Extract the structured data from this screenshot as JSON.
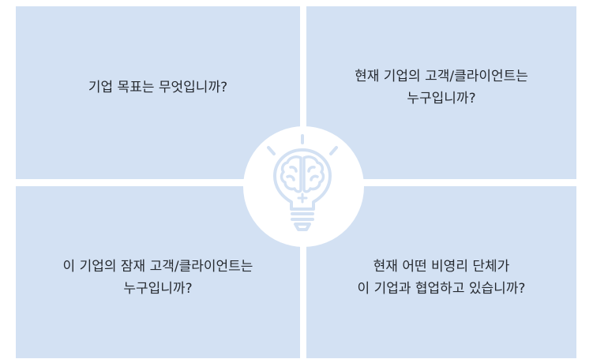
{
  "quadrants": {
    "top_left": {
      "lines": [
        "기업 목표는 무엇입니까?"
      ]
    },
    "top_right": {
      "lines": [
        "현재 기업의 고객/클라이언트는",
        "누구입니까?"
      ]
    },
    "bottom_left": {
      "lines": [
        "이 기업의 잠재 고객/클라이언트는",
        "누구입니까?"
      ]
    },
    "bottom_right": {
      "lines": [
        "현재 어떤 비영리 단체가",
        "이 기업과 협업하고 있습니까?"
      ]
    }
  },
  "center": {
    "icon": "lightbulb-brain-icon"
  },
  "colors": {
    "quadrant_fill": "#d3e1f3",
    "icon_stroke": "#d3e1f3",
    "text": "#262a30",
    "background": "#ffffff"
  }
}
